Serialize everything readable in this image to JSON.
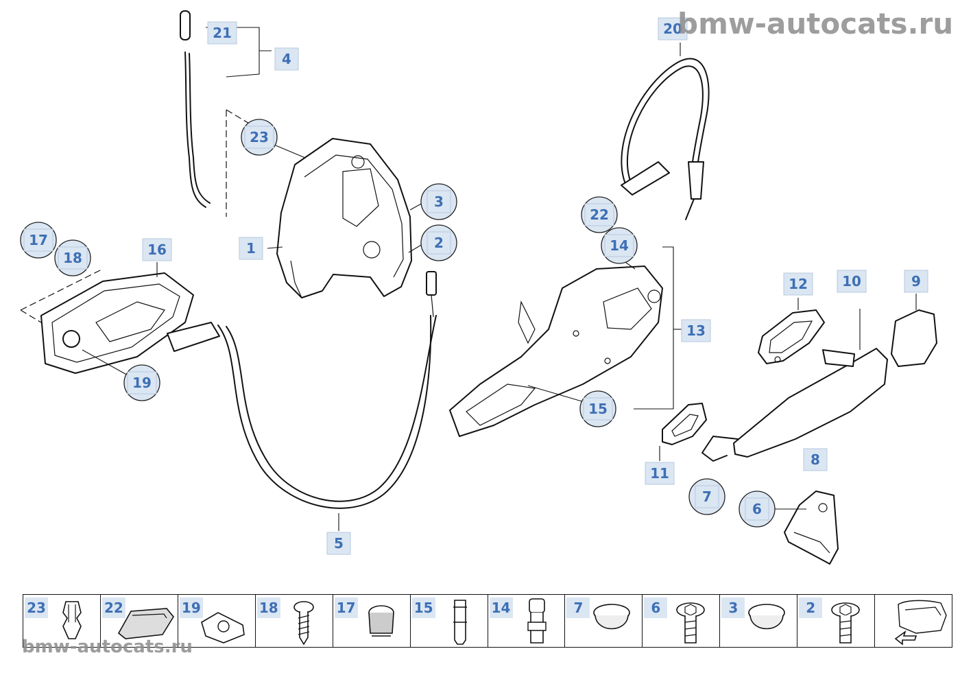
{
  "watermark": {
    "top": "bmw-autocats.ru",
    "bottom": "bmw-autocats.ru"
  },
  "callouts": [
    {
      "label": "21",
      "shape": "box"
    },
    {
      "label": "4",
      "shape": "box"
    },
    {
      "label": "23",
      "shape": "circle"
    },
    {
      "label": "3",
      "shape": "circle"
    },
    {
      "label": "2",
      "shape": "circle"
    },
    {
      "label": "1",
      "shape": "box"
    },
    {
      "label": "17",
      "shape": "circle"
    },
    {
      "label": "18",
      "shape": "circle"
    },
    {
      "label": "16",
      "shape": "box"
    },
    {
      "label": "19",
      "shape": "circle"
    },
    {
      "label": "5",
      "shape": "box"
    },
    {
      "label": "20",
      "shape": "box"
    },
    {
      "label": "22",
      "shape": "circle"
    },
    {
      "label": "14",
      "shape": "circle"
    },
    {
      "label": "13",
      "shape": "box"
    },
    {
      "label": "15",
      "shape": "circle"
    },
    {
      "label": "12",
      "shape": "box"
    },
    {
      "label": "10",
      "shape": "box"
    },
    {
      "label": "9",
      "shape": "box"
    },
    {
      "label": "11",
      "shape": "box"
    },
    {
      "label": "7",
      "shape": "circle"
    },
    {
      "label": "8",
      "shape": "box"
    },
    {
      "label": "6",
      "shape": "circle"
    }
  ],
  "parts_strip": [
    {
      "label": "23",
      "icon": "clip-icon"
    },
    {
      "label": "22",
      "icon": "grommet-icon"
    },
    {
      "label": "19",
      "icon": "spring-nut-icon"
    },
    {
      "label": "18",
      "icon": "screw-icon"
    },
    {
      "label": "17",
      "icon": "cap-icon"
    },
    {
      "label": "15",
      "icon": "sleeve-icon"
    },
    {
      "label": "14",
      "icon": "bolt-icon"
    },
    {
      "label": "7",
      "icon": "plug-icon"
    },
    {
      "label": "6",
      "icon": "torx-screw-icon"
    },
    {
      "label": "3",
      "icon": "plug-icon"
    },
    {
      "label": "2",
      "icon": "torx-screw-icon"
    },
    {
      "label": "",
      "icon": "vehicle-position-icon"
    }
  ],
  "colors": {
    "label_fill": "#dbe6f3",
    "label_text": "#3d6fb4",
    "line": "#111111",
    "watermark": "#8c8c8c"
  }
}
